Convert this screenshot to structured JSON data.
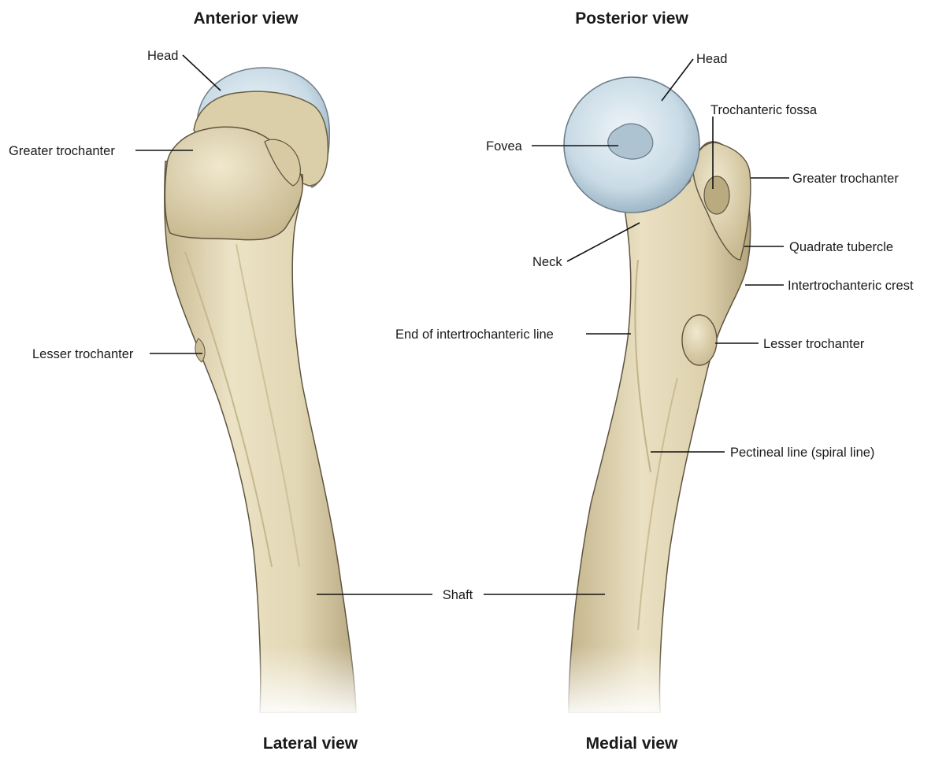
{
  "titles": {
    "top_left": "Anterior view",
    "top_right": "Posterior view",
    "bottom_left": "Lateral view",
    "bottom_right": "Medial view"
  },
  "labels": {
    "left_head": "Head",
    "left_greater_trochanter": "Greater trochanter",
    "left_lesser_trochanter": "Lesser trochanter",
    "shaft": "Shaft",
    "right_head": "Head",
    "trochanteric_fossa": "Trochanteric fossa",
    "fovea": "Fovea",
    "right_greater_trochanter": "Greater trochanter",
    "quadrate_tubercle": "Quadrate tubercle",
    "neck": "Neck",
    "intertrochanteric_crest": "Intertrochanteric crest",
    "end_intertrochanteric_line": "End of intertrochanteric line",
    "right_lesser_trochanter": "Lesser trochanter",
    "pectineal_line": "Pectineal line (spiral line)"
  },
  "colors": {
    "bone": "#e6dcbc",
    "bone_shadow": "#bfb088",
    "cartilage": "#c9dbe6",
    "cartilage_edge": "#8fa8b8"
  }
}
